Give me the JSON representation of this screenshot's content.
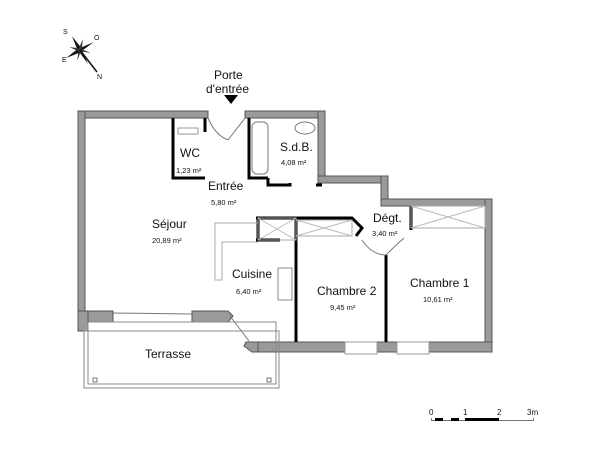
{
  "compass": {
    "labels": [
      "S",
      "O",
      "E",
      "N"
    ]
  },
  "entrance": {
    "label_line1": "Porte",
    "label_line2": "d'entrée"
  },
  "rooms": [
    {
      "id": "wc",
      "name": "WC",
      "area": "1,23 m²"
    },
    {
      "id": "sdb",
      "name": "S.d.B.",
      "area": "4,08 m²"
    },
    {
      "id": "entree",
      "name": "Entrée",
      "area": "5,80 m²"
    },
    {
      "id": "sejour",
      "name": "Séjour",
      "area": "20,89 m²"
    },
    {
      "id": "degt",
      "name": "Dégt.",
      "area": "3,40 m²"
    },
    {
      "id": "cuisine",
      "name": "Cuisine",
      "area": "6,40 m²"
    },
    {
      "id": "chambre2",
      "name": "Chambre 2",
      "area": "9,45 m²"
    },
    {
      "id": "chambre1",
      "name": "Chambre 1",
      "area": "10,61 m²"
    },
    {
      "id": "terrasse",
      "name": "Terrasse",
      "area": ""
    }
  ],
  "scale": {
    "ticks": [
      "0",
      "1",
      "2",
      "3m"
    ]
  },
  "colors": {
    "wall": "#9a9a9a",
    "interior_wall": "#000000"
  }
}
